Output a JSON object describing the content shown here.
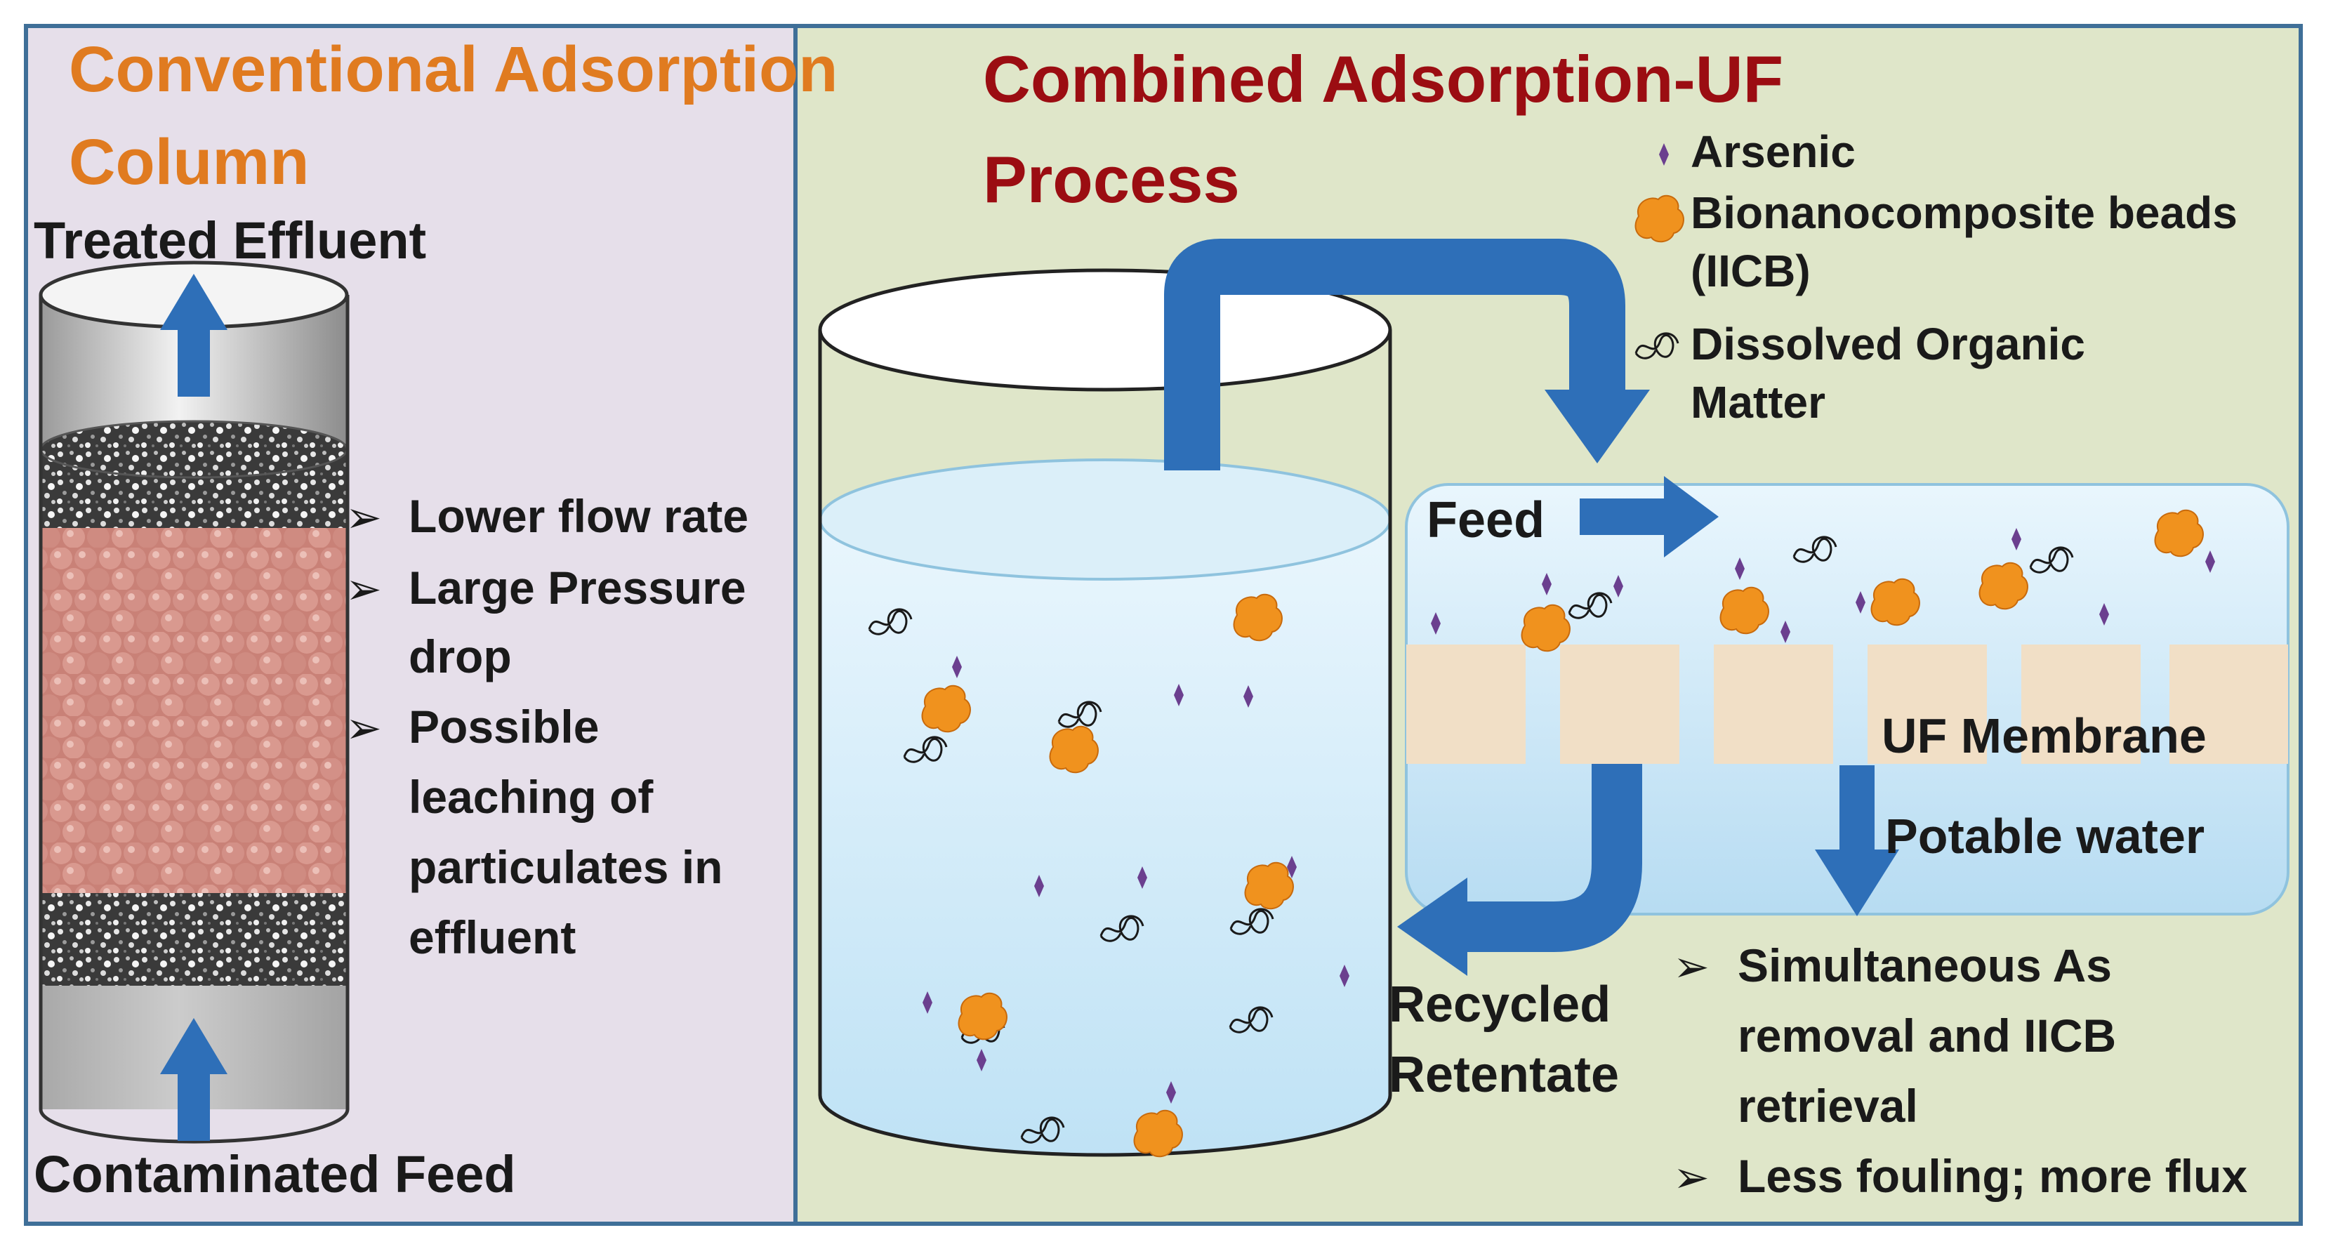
{
  "left_panel": {
    "title_line1": "Conventional Adsorption",
    "title_line2": "Column",
    "top_label": "Treated Effluent",
    "bottom_label": "Contaminated Feed",
    "bullets": [
      "Lower flow rate",
      "Large Pressure",
      "drop",
      "Possible",
      "leaching of",
      "particulates in",
      "effluent"
    ]
  },
  "right_panel": {
    "title_line1": "Combined Adsorption-UF",
    "title_line2": "Process",
    "legend": {
      "arsenic": "Arsenic",
      "beads_line1": "Bionanocomposite beads",
      "beads_line2": "(IICB)",
      "dom_line1": "Dissolved Organic",
      "dom_line2": "Matter"
    },
    "feed_label": "Feed",
    "membrane_label": "UF Membrane",
    "potable_label": "Potable water",
    "recycled_line1": "Recycled",
    "recycled_line2": "Retentate",
    "bullets": [
      "Simultaneous As",
      "removal and IICB",
      "retrieval",
      "Less fouling; more flux"
    ]
  },
  "colors": {
    "left_bg": "#e6dfea",
    "right_bg": "#dfe6c9",
    "border": "#3f6f98",
    "arrow_blue": "#2e6fb8",
    "title_orange": "#e07b20",
    "title_red": "#9b0d12",
    "bead": "#f0921e",
    "arsenic": "#6b3f8f",
    "water": "#cfe9f7",
    "resin": "#c98a80"
  }
}
